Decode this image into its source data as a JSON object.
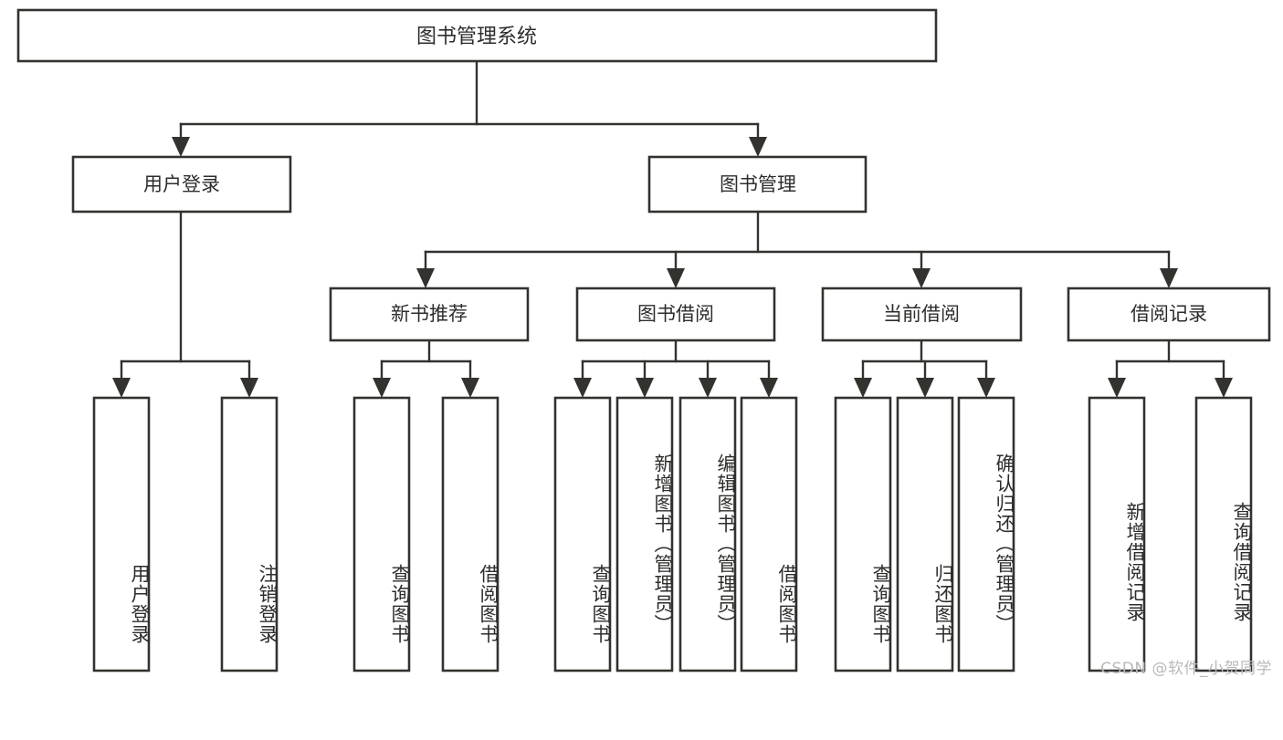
{
  "diagram": {
    "title": "图书管理系统",
    "type": "tree-hierarchy",
    "watermark": "CSDN @软件_小贺同学",
    "colors": {
      "box_stroke": "#33322f",
      "box_fill": "#ffffff",
      "connector": "#33322f",
      "text": "#2e2d2b",
      "watermark": "#b9b9b9",
      "background": "#ffffff"
    },
    "root": {
      "id": "root",
      "label": "图书管理系统"
    },
    "level2": [
      {
        "id": "user-login",
        "label": "用户登录"
      },
      {
        "id": "book-manage",
        "label": "图书管理"
      }
    ],
    "level3": [
      {
        "id": "new-book-recommend",
        "label": "新书推荐",
        "parent": "book-manage"
      },
      {
        "id": "book-borrow",
        "label": "图书借阅",
        "parent": "book-manage"
      },
      {
        "id": "current-borrow",
        "label": "当前借阅",
        "parent": "book-manage"
      },
      {
        "id": "borrow-record",
        "label": "借阅记录",
        "parent": "book-manage"
      }
    ],
    "leaves": {
      "user-login": [
        {
          "id": "leaf-user-login",
          "label": "用户登录"
        },
        {
          "id": "leaf-user-logout",
          "label": "注销登录"
        }
      ],
      "new-book-recommend": [
        {
          "id": "leaf-query-book-1",
          "label": "查询图书"
        },
        {
          "id": "leaf-borrow-book-1",
          "label": "借阅图书"
        }
      ],
      "book-borrow": [
        {
          "id": "leaf-query-book-2",
          "label": "查询图书"
        },
        {
          "id": "leaf-add-book",
          "label": "新增图书（管理员）"
        },
        {
          "id": "leaf-edit-book",
          "label": "编辑图书（管理员）"
        },
        {
          "id": "leaf-borrow-book-2",
          "label": "借阅图书"
        }
      ],
      "current-borrow": [
        {
          "id": "leaf-query-book-3",
          "label": "查询图书"
        },
        {
          "id": "leaf-return-book",
          "label": "归还图书"
        },
        {
          "id": "leaf-confirm-return",
          "label": "确认归还（管理员）"
        }
      ],
      "borrow-record": [
        {
          "id": "leaf-add-record",
          "label": "新增借阅记录"
        },
        {
          "id": "leaf-query-record",
          "label": "查询借阅记录"
        }
      ]
    }
  }
}
